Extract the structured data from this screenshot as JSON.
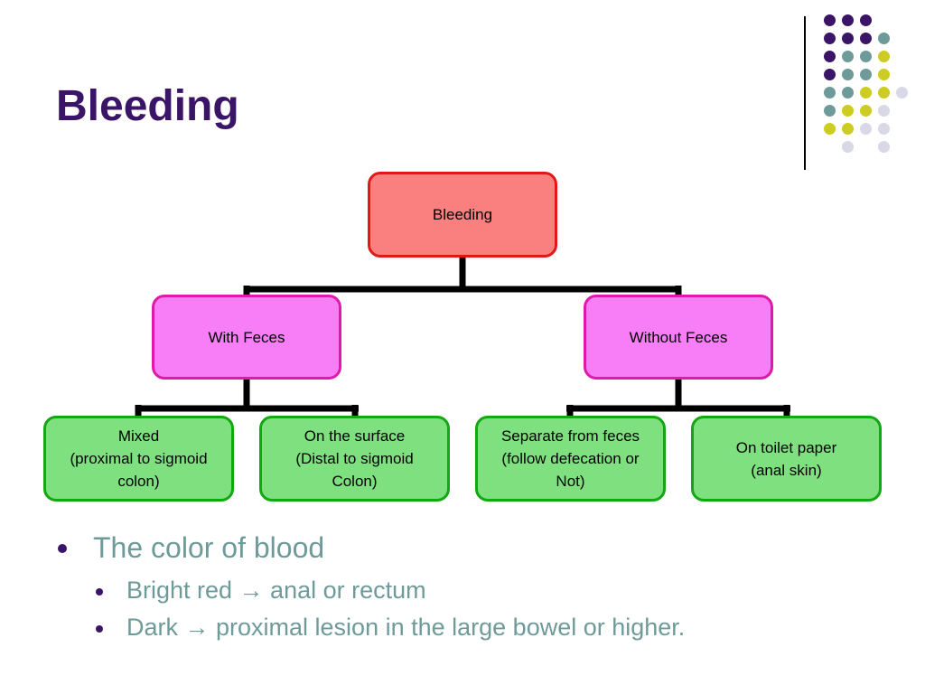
{
  "slide": {
    "title": "Bleeding"
  },
  "diagram": {
    "root": "Bleeding",
    "with_feces": "With Feces",
    "without_feces": "Without Feces",
    "leaves": [
      "Mixed\n(proximal to sigmoid\ncolon)",
      "On the surface\n(Distal to sigmoid\nColon)",
      "Separate from feces\n(follow defecation or\nNot)",
      "On toilet paper\n(anal skin)"
    ]
  },
  "bullets": {
    "main": "The color of blood",
    "sub": [
      "Bright red → anal or rectum",
      "Dark → proximal lesion in the large bowel or higher."
    ]
  },
  "colors": {
    "title": "#3a1466",
    "text": "#6e9a9a",
    "root_fill": "#fa8080",
    "mid_fill": "#f77ef7",
    "leaf_fill": "#7ee07e"
  }
}
